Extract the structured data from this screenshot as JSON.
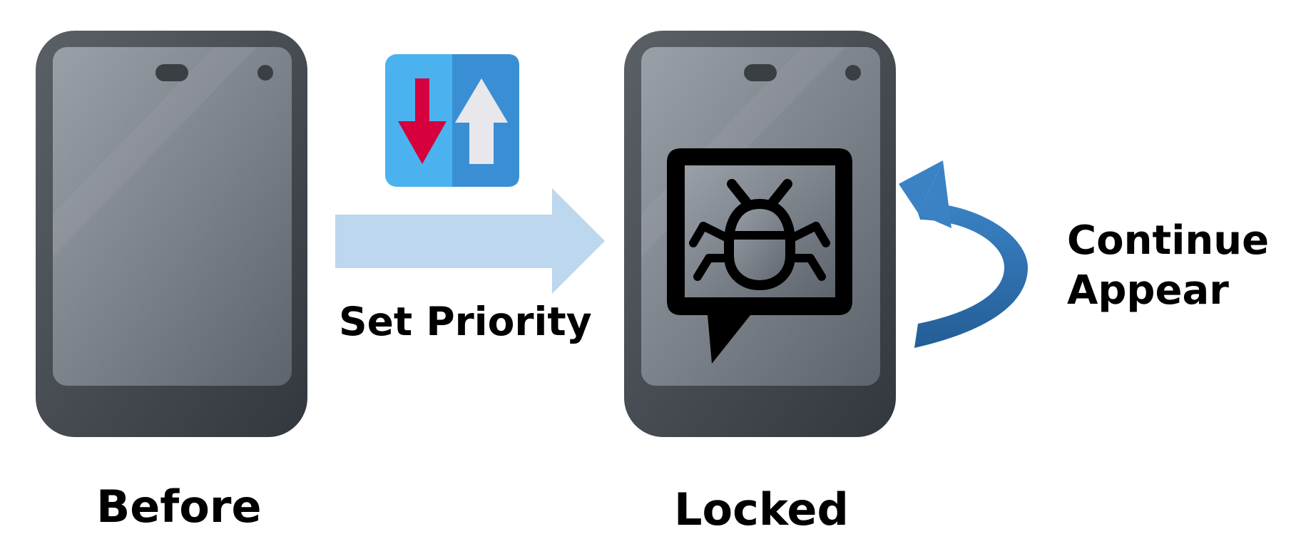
{
  "labels": {
    "before": "Before",
    "locked": "Locked",
    "action": "Set Priority",
    "loop_line1": "Continue",
    "loop_line2": "Appear"
  },
  "icons": {
    "left_phone": "smartphone-icon",
    "right_phone": "smartphone-icon",
    "priority": "sort-priority-icon",
    "bug_alert": "bug-message-icon",
    "loop_arrow": "circular-arrow-icon",
    "flow_arrow": "right-arrow-icon"
  },
  "colors": {
    "phone_frame": "#4a5056",
    "phone_screen": "#7d848c",
    "flow_arrow": "#bcd7ee",
    "priority_left": "#4ab3ef",
    "priority_right": "#3a8fd4",
    "priority_down_arrow": "#d5003d",
    "priority_up_arrow": "#e8e8ec",
    "loop_arrow": "#2f6fab",
    "bug": "#000000"
  }
}
